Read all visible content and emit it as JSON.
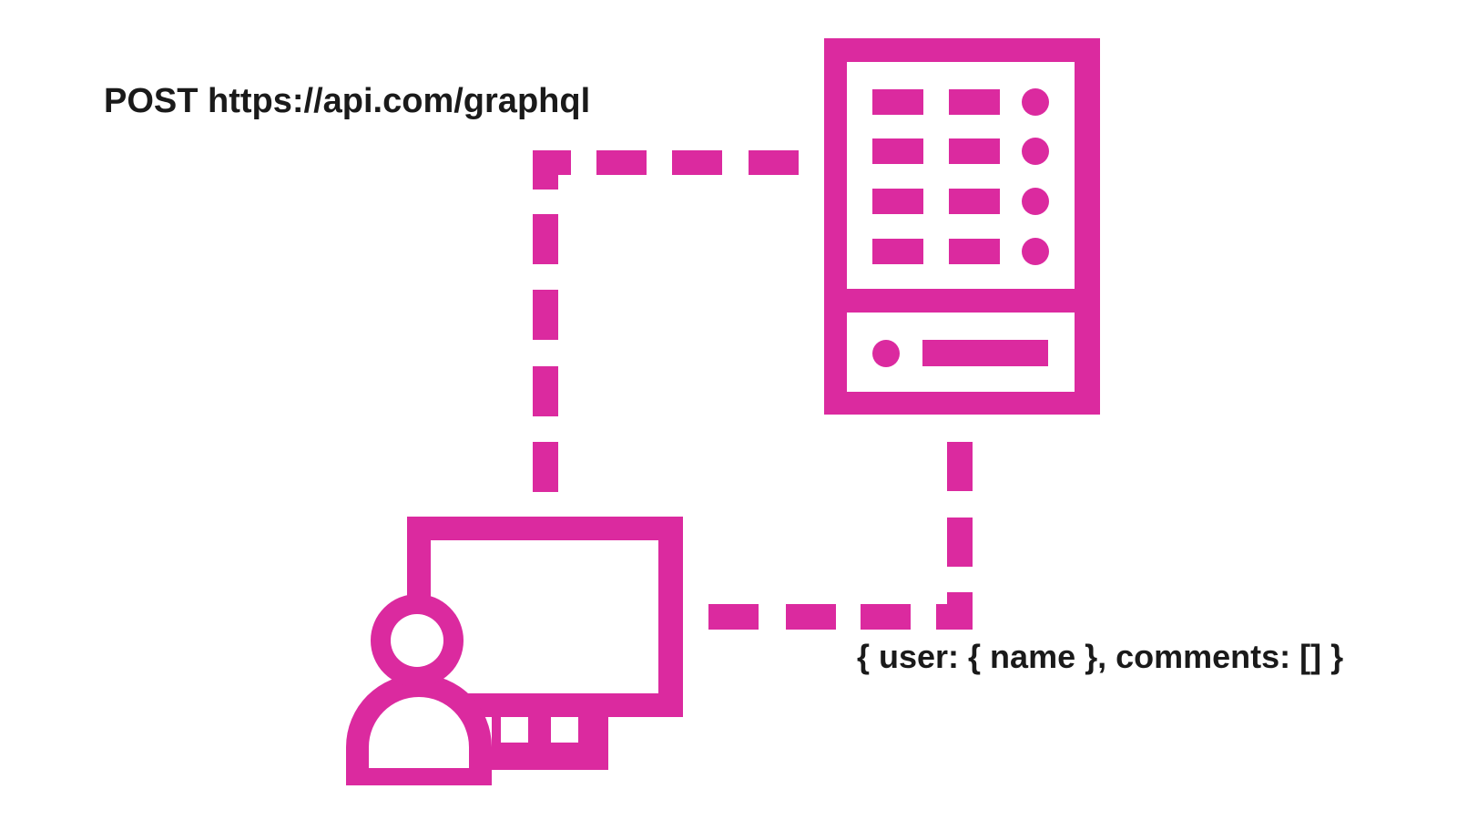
{
  "colors": {
    "accent": "#db2a9f",
    "text": "#1a1a1a",
    "bg": "#ffffff"
  },
  "labels": {
    "request": "POST https://api.com/graphql",
    "response": "{ user: { name }, comments: [] }"
  },
  "diagram": {
    "type": "request-response-flow",
    "nodes": [
      {
        "id": "client",
        "icon": "client-workstation-icon",
        "description": "person at computer monitor"
      },
      {
        "id": "server",
        "icon": "api-server-icon",
        "description": "server with list rows and status light"
      }
    ],
    "edges": [
      {
        "from": "client",
        "to": "server",
        "style": "dashed",
        "label": "POST https://api.com/graphql"
      },
      {
        "from": "server",
        "to": "client",
        "style": "dashed",
        "label": "{ user: { name }, comments: [] }"
      }
    ]
  }
}
